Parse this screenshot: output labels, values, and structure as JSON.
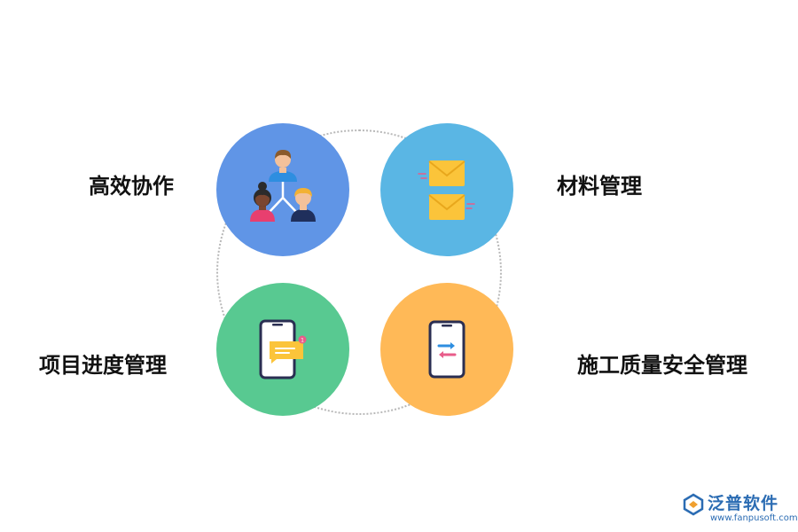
{
  "diagram": {
    "items": [
      {
        "label": "高效协作",
        "icon": "team-collaboration-icon",
        "color": "#6095e6"
      },
      {
        "label": "材料管理",
        "icon": "envelopes-icon",
        "color": "#5ab6e4"
      },
      {
        "label": "项目进度管理",
        "icon": "phone-message-icon",
        "color": "#58c991"
      },
      {
        "label": "施工质量安全管理",
        "icon": "phone-transfer-icon",
        "color": "#ffb957"
      }
    ]
  },
  "brand": {
    "name": "泛普软件",
    "url": "www.fanpusoft.com",
    "color": "#2b6cb3"
  }
}
